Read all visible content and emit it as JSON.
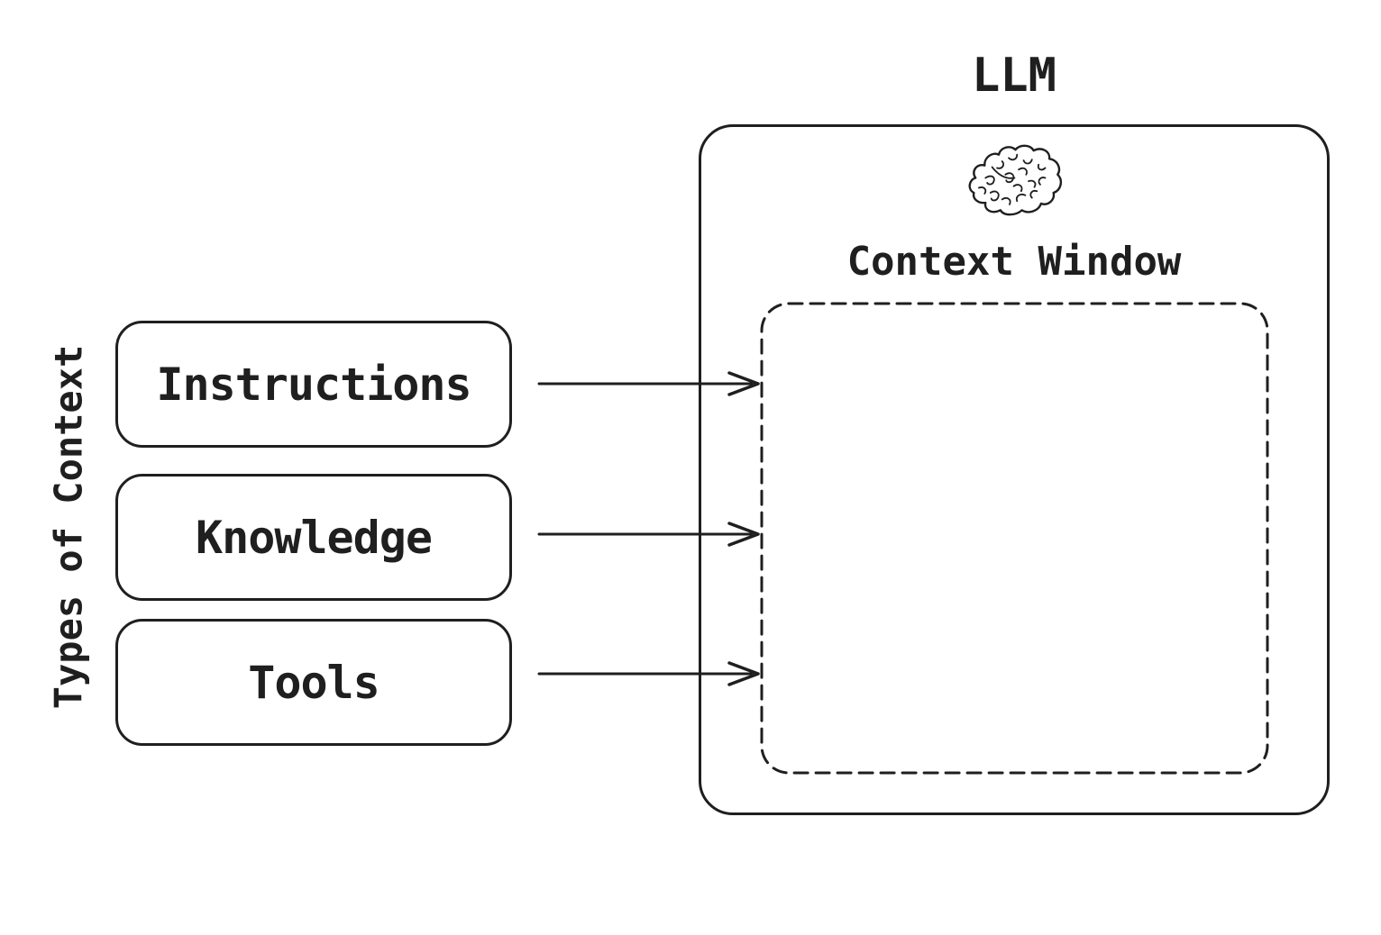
{
  "diagram": {
    "side_label": "Types of Context",
    "context_types": [
      {
        "label": "Instructions"
      },
      {
        "label": "Knowledge"
      },
      {
        "label": "Tools"
      }
    ],
    "llm": {
      "title": "LLM",
      "icon": "brain-icon",
      "context_window_label": "Context Window"
    },
    "arrows": [
      {
        "from": "Instructions",
        "to": "Context Window"
      },
      {
        "from": "Knowledge",
        "to": "Context Window"
      },
      {
        "from": "Tools",
        "to": "Context Window"
      }
    ],
    "colors": {
      "ink": "#1f1f1f",
      "background": "#ffffff"
    }
  }
}
